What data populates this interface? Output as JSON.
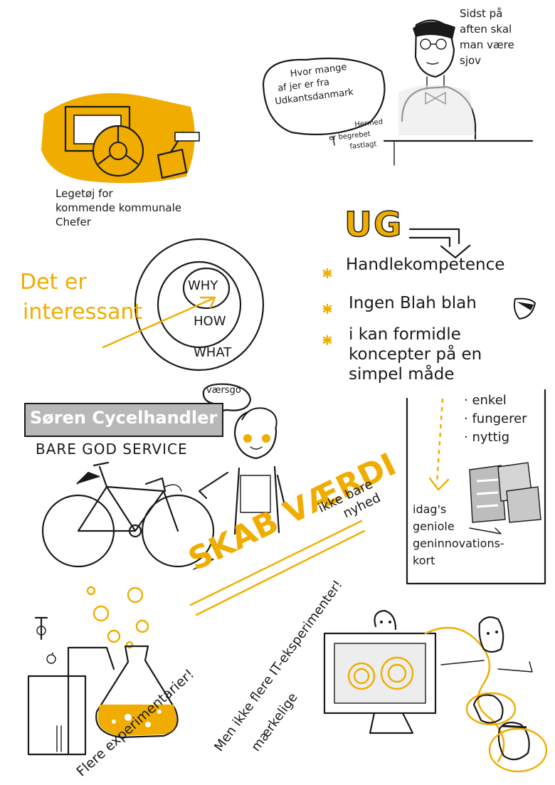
{
  "colors": {
    "accent": "#f0ad00",
    "ink": "#1a1a1a",
    "gray": "#b8b8b8",
    "light": "#f2f2f2"
  },
  "toy": {
    "caption": [
      "Legetøj for",
      "kommende kommunale",
      "Chefer"
    ]
  },
  "speaker": {
    "caption": [
      "Sidst på",
      "aften skal",
      "man være",
      "sjov"
    ],
    "bubble": [
      "Hvor mange",
      "af jer er fra",
      "Udkantsdanmark"
    ],
    "note": [
      "Hermed",
      "er begrebet",
      "fastlagt"
    ]
  },
  "ug": {
    "title": "UG",
    "items": [
      "Handlekompetence",
      "Ingen Blah blah",
      "i kan formidle",
      "koncepter på en",
      "simpel måde"
    ]
  },
  "golden_circle": {
    "side_text": [
      "Det er",
      "interessant"
    ],
    "rings": [
      "WHY",
      "HOW",
      "WHAT"
    ]
  },
  "bike": {
    "sign": "Søren Cycelhandler",
    "tagline": "BARE GOD SERVICE",
    "speech": "værsgo"
  },
  "card_box": {
    "bullets": [
      "enkel",
      "fungerer",
      "nyttig"
    ],
    "caption": [
      "idag's",
      "geniole",
      "geninnovations-",
      "kort"
    ]
  },
  "value": {
    "headline": "SKAB VÆRDI",
    "note": [
      "ikke bare",
      "nyhed"
    ]
  },
  "experiments": {
    "lab": [
      "Flere experimentarier!"
    ],
    "it": [
      "Men ikke flere IT-eksperimenter!"
    ],
    "odd": [
      "mærkelige"
    ]
  }
}
